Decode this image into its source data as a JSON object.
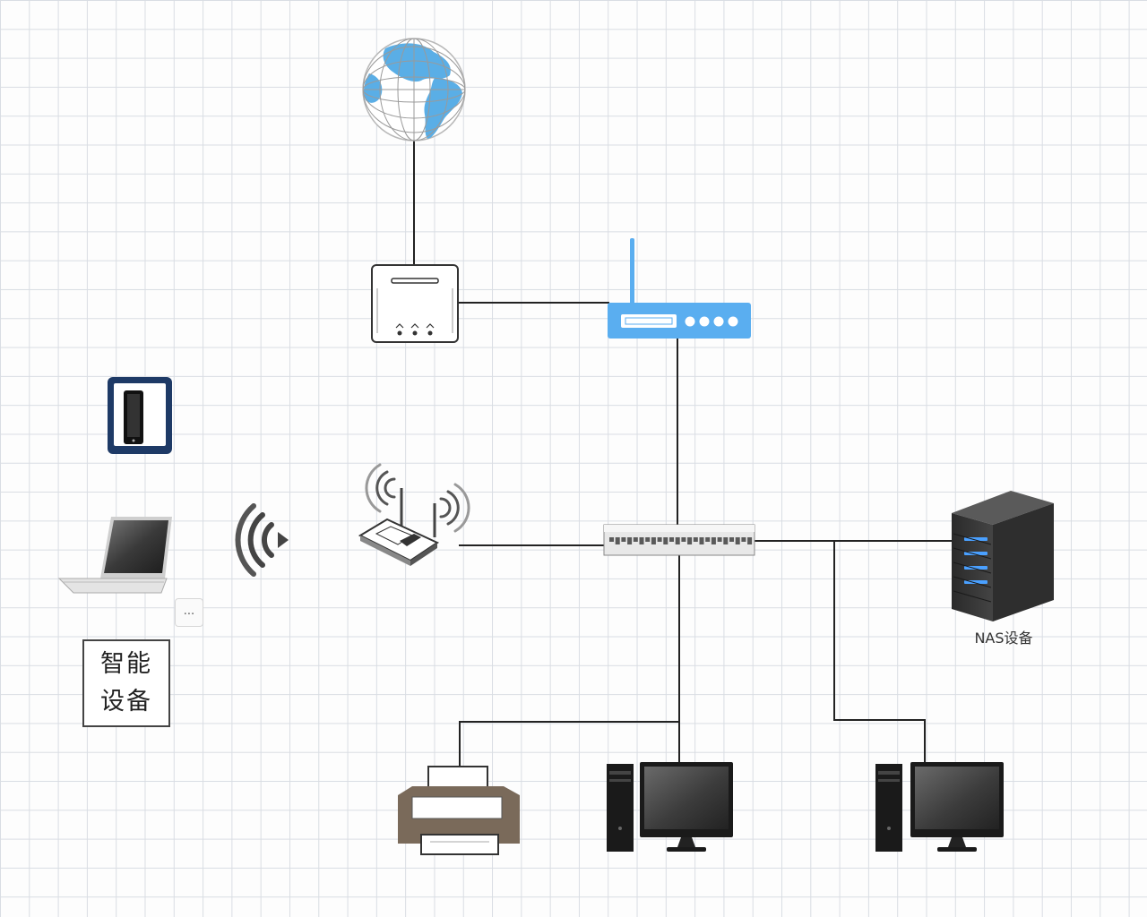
{
  "diagram": {
    "nodes": {
      "internet": {
        "icon": "globe-icon"
      },
      "modem": {
        "icon": "modem-icon"
      },
      "router": {
        "icon": "router-icon"
      },
      "wireless_ap": {
        "icon": "wireless-router-icon"
      },
      "switch": {
        "icon": "network-switch-icon"
      },
      "nas": {
        "icon": "server-tower-icon",
        "label": "NAS设备"
      },
      "tablet": {
        "icon": "tablet-icon"
      },
      "laptop": {
        "icon": "laptop-icon"
      },
      "smart_devices": {
        "label": "智能\n设备"
      },
      "more": {
        "label": "..."
      },
      "wifi_signal": {
        "icon": "wifi-signal-icon"
      },
      "printer": {
        "icon": "printer-icon"
      },
      "desktop_1": {
        "icon": "desktop-computer-icon"
      },
      "desktop_2": {
        "icon": "desktop-computer-icon"
      }
    },
    "connections": [
      [
        "internet",
        "modem"
      ],
      [
        "modem",
        "router"
      ],
      [
        "router",
        "switch"
      ],
      [
        "wireless_ap",
        "switch"
      ],
      [
        "switch",
        "nas"
      ],
      [
        "switch",
        "printer"
      ],
      [
        "switch",
        "desktop_1"
      ],
      [
        "switch",
        "desktop_2"
      ]
    ],
    "colors": {
      "line": "#222222",
      "globe_land": "#5aaee6",
      "router_blue": "#5aaef0",
      "nas_led": "#4aa0ff",
      "tablet_frame": "#1e3a66",
      "grid": "#d9dde3"
    }
  }
}
